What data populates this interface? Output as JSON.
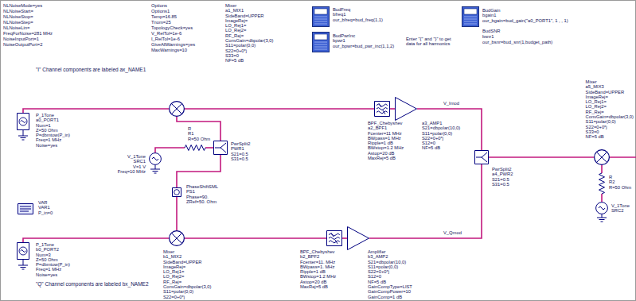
{
  "diagram": {
    "nodes": [
      {
        "text": [
          "BudFreq",
          "bfreq1",
          "our_bfreq=bud_freq(1,1)"
        ]
      },
      {
        "text": [
          "BudPwrInc",
          "bpwr1",
          "our_bpwr=bud_pwr_inc(1,1,2)"
        ]
      },
      {
        "text": [
          "BudGain",
          "bgain1",
          "our_bgain=bud_gain(\"a0_PORT1\", 1 , , 1)"
        ]
      },
      {
        "text": [
          "Mixer",
          "a1_MIX1",
          "SideBand=UPPER",
          "ImageRej=",
          "LO_Rej1=",
          "LO_Rej2=",
          "RF_Rej=",
          "ConvGain=dbpolar(3,0)",
          "S11=polar(0,0)",
          "S22=0+0*j",
          "S33=0",
          "NF=5 dB"
        ]
      },
      {
        "text": [
          "P_1Tone",
          "a0_PORT1",
          "Num=1",
          "Z=50 Ohm",
          "P=dbmtow(P_in)",
          "Freq=1 MHz",
          "Noise=yes"
        ]
      },
      {
        "text": [
          "R",
          "R1",
          "R=50 Ohm"
        ]
      },
      {
        "text": [
          "PwrSplit2",
          "PWR1",
          "S21=0.5",
          "S31=0.5"
        ]
      },
      {
        "text": [
          "V_1Tone",
          "SRC1",
          "V=1 V",
          "Freq=10 MHz"
        ]
      },
      {
        "text": [
          "PhaseShiftSML",
          "PS1",
          "Phase=90.",
          "ZRef=50. Ohm"
        ]
      },
      {
        "text": [
          "BPF_Chebyshev",
          "a2_BPF1",
          "Fcenter=11 MHz",
          "BWpass=1 MHz",
          "Ripple=1 dB",
          "BWstop=1.2 MHz",
          "Astop=20 dB",
          "MaxRej=5 dB"
        ]
      },
      {
        "text": [
          "a3_AMP1",
          "S21=dbpolar(10,0)",
          "S11=polar(0,0)",
          "S22=0+0*j",
          "S12=0",
          "NF=5 dB"
        ]
      },
      {
        "text": [
          "PwrSplit2",
          "a4_PWR2",
          "S21=0.5",
          "S31=0.5"
        ]
      },
      {
        "text": [
          "Mixer",
          "a5_MIX3",
          "SideBand=UPPER",
          "ImageRej=",
          "LO_Rej1=",
          "LO_Rej2=",
          "RF_Rej=",
          "ConvGain=dbpolar(3,0)",
          "S11=polar(0,0)",
          "S22=0+0*j",
          "S33=0",
          "NF=5 dB"
        ]
      },
      {
        "text": [
          "R",
          "R2",
          "R=50 Ohm"
        ]
      },
      {
        "text": [
          "V_1Tone",
          "SRC2"
        ]
      },
      {
        "text": [
          "VAR",
          "VAR1",
          "P_in=0"
        ]
      },
      {
        "text": [
          "P_1Tone",
          "b0_PORT2",
          "Num=3",
          "Z=50 Ohm",
          "P=dbmtow(P_in)",
          "Freq=1 MHz",
          "Noise=yes"
        ]
      },
      {
        "text": [
          "Mixer",
          "b1_MIX2",
          "SideBand=UPPER",
          "ImageRej=",
          "LO_Rej1=",
          "LO_Rej2=",
          "RF_Rej=",
          "ConvGain=dbpolar(3,0)",
          "S11=polar(0,0)",
          "S22=0+0*j"
        ]
      },
      {
        "text": [
          "BPF_Chebyshev",
          "b2_BPF2",
          "Fcenter=11. MHz",
          "BWpass=1. MHz",
          "Ripple=1 dB",
          "BWstop=1.2 MHz",
          "Astop=20 dB",
          "MaxRej=5 dB"
        ]
      },
      {
        "text": [
          "Amplifier",
          "b3_AMP2",
          "S21=dbpolar(10,0)",
          "S11=polar(0,0)",
          "S22=0+0*j",
          "S12=0",
          "NF=5 dB",
          "GainCompType=LIST",
          "GainCompPower=10",
          "GainComp=1 dB"
        ]
      }
    ],
    "edges": [
      {
        "from": 4,
        "to": 3,
        "arrow": "none"
      },
      {
        "from": 3,
        "to": 9,
        "arrow": "none"
      },
      {
        "from": 9,
        "to": 10,
        "arrow": "none"
      },
      {
        "from": 10,
        "to": 11,
        "label": "V_Imod",
        "arrow": "none"
      },
      {
        "from": 7,
        "to": 5,
        "arrow": "none"
      },
      {
        "from": 5,
        "to": 6,
        "arrow": "none"
      },
      {
        "from": 6,
        "to": 3,
        "arrow": "none"
      },
      {
        "from": 6,
        "to": 8,
        "arrow": "none"
      },
      {
        "from": 8,
        "to": 17,
        "arrow": "none"
      },
      {
        "from": 16,
        "to": 17,
        "arrow": "none"
      },
      {
        "from": 17,
        "to": 18,
        "arrow": "none"
      },
      {
        "from": 18,
        "to": 19,
        "arrow": "none"
      },
      {
        "from": 19,
        "to": 11,
        "label": "V_Qmod",
        "arrow": "none"
      },
      {
        "from": 11,
        "to": 12,
        "arrow": "none"
      },
      {
        "from": 13,
        "to": 12,
        "arrow": "none"
      },
      {
        "from": 14,
        "to": 13,
        "arrow": "none"
      }
    ],
    "labels": [
      "NLNoiseMode=yes",
      "NLNoiseStart=",
      "NLNoiseStop=",
      "NLNoiseStep=",
      "NLNoiseLin=",
      "FreqForNoise=281 MHz",
      "NoiseInputPort=1",
      "NoiseOutputPort=2",
      "Options",
      "Options1",
      "Temp=16.85",
      "Tnom=25",
      "TopologyCheck=yes",
      "V_RelTol=1e-6",
      "I_RelTol=1e-6",
      "GiveAllWarnings=yes",
      "MaxWarnings=10",
      "BudSNR",
      "bsnr1",
      "our_bsnr=bud_snr(1,budget_path)",
      "Enter \"{\" and \"}\" to get data for all harmonics",
      "\"I\" Channel components are labeled ax_NAME1",
      "\"Q\" Channel components are labeled bx_NAME2"
    ]
  }
}
